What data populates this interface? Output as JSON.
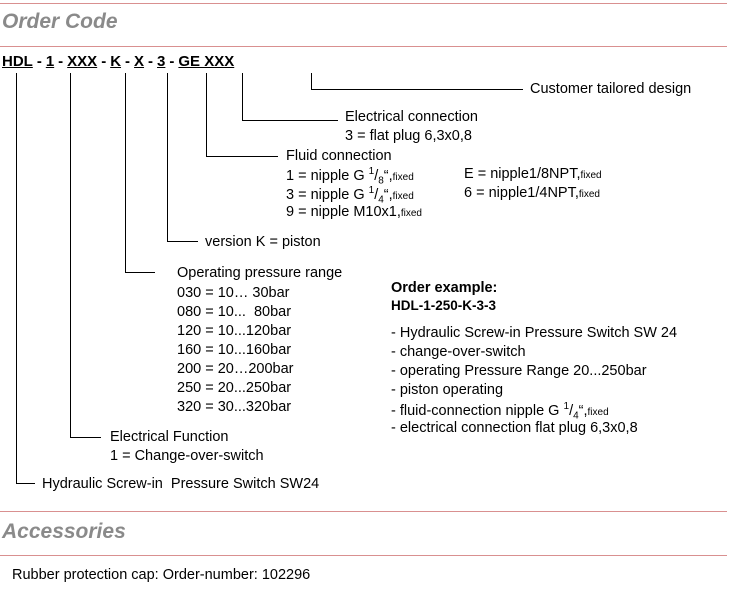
{
  "order_code": {
    "title": "Order Code",
    "code_tokens": [
      {
        "text": "HDL"
      },
      {
        "sep": "-"
      },
      {
        "text": "1"
      },
      {
        "sep": "-"
      },
      {
        "text": "XXX"
      },
      {
        "sep": "-"
      },
      {
        "text": "K"
      },
      {
        "sep": "-"
      },
      {
        "text": "X"
      },
      {
        "sep": "-"
      },
      {
        "text": "3"
      },
      {
        "sep": "-"
      },
      {
        "text": "GE XXX"
      }
    ],
    "customer_design": "Customer tailored design",
    "electrical_connection": {
      "label": "Electrical connection",
      "option": "3 = flat plug 6,3x0,8"
    },
    "fluid_connection": {
      "label": "Fluid connection",
      "opt1_a": "1 = nipple G ",
      "opt1_num": "1",
      "opt1_den": "8",
      "opt1_b": "“,",
      "opt1_sub": "fixed",
      "opt2_a": "3 = nipple G ",
      "opt2_num": "1",
      "opt2_den": "4",
      "opt2_b": "“,",
      "opt2_sub": "fixed",
      "opt3_a": "9 = nipple M10x1,",
      "opt3_sub": "fixed",
      "optE_a": "E = nipple1/8NPT,",
      "optE_sub": "fixed",
      "opt6_a": "6 = nipple1/4NPT,",
      "opt6_sub": "fixed"
    },
    "version": "version K = piston",
    "pressure_range": {
      "label": "Operating pressure range",
      "options": [
        "030 = 10… 30bar",
        "080 = 10...  80bar",
        "120 = 10...120bar",
        "160 = 10...160bar",
        "200 = 20…200bar",
        "250 = 20...250bar",
        "320 = 30...320bar"
      ]
    },
    "electrical_function": {
      "label": "Electrical Function",
      "option": "1 = Change-over-switch"
    },
    "product": "Hydraulic Screw-in  Pressure Switch SW24"
  },
  "order_example": {
    "title": "Order example:",
    "code": "HDL-1-250-K-3-3",
    "items": [
      "- Hydraulic Screw-in Pressure Switch SW 24",
      "- change-over-switch",
      "- operating Pressure Range 20...250bar",
      "- piston operating"
    ],
    "fluid_item_a": "- fluid-connection nipple G ",
    "fluid_item_num": "1",
    "fluid_item_den": "4",
    "fluid_item_b": "“,",
    "fluid_item_sub": "fixed",
    "last_item": "- electrical connection flat plug 6,3x0,8"
  },
  "accessories": {
    "title": "Accessories",
    "text": "Rubber protection cap: Order-number: 102296"
  },
  "colors": {
    "rule": "#d99090",
    "section_title": "#8a8a8a"
  }
}
